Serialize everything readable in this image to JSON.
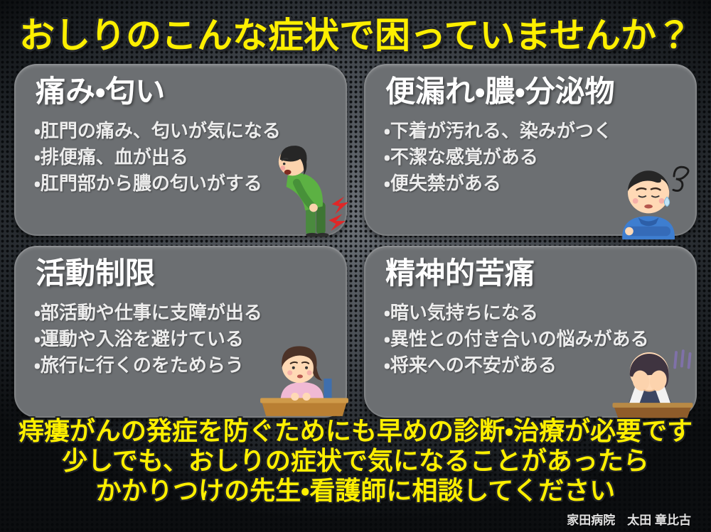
{
  "page": {
    "title": "おしりのこんな症状で困っていませんか？"
  },
  "bullet_marker": "・",
  "cards": [
    {
      "title": "痛み・匂い",
      "bullets": [
        "・肛門の痛み、匂いが気になる",
        "・排便痛、血が出る",
        "・肛門部から膿の匂いがする"
      ],
      "illustration": "man-bending-holding-bottom-pain-illustration"
    },
    {
      "title": "便漏れ・膿・分泌物",
      "bullets": [
        "・下着が汚れる、染みがつく",
        "・不潔な感覚がある",
        "・便失禁がある"
      ],
      "illustration": "worried-man-arms-crossed-illustration"
    },
    {
      "title": "活動制限",
      "bullets": [
        "・部活動や仕事に支障が出る",
        "・運動や入浴を避けている",
        "・旅行に行くのをためらう"
      ],
      "illustration": "worried-girl-at-desk-illustration"
    },
    {
      "title": "精神的苦痛",
      "bullets": [
        "・暗い気持ちになる",
        "・異性との付き合いの悩みがある",
        "・将来への不安がある"
      ],
      "illustration": "person-covering-face-at-desk-illustration"
    }
  ],
  "footer": {
    "lines": [
      "痔瘻がんの発症を防ぐためにも早めの診断・治療が必要です",
      "少しでも、おしりの症状で気になることがあったら",
      "かかりつけの先生・看護師に相談してください"
    ],
    "credit": "家田病院　太田 章比古"
  },
  "colors": {
    "title_yellow": "#fdef00",
    "card_gray": "#6c6f72",
    "text_white": "#ededed",
    "background_dark": "#0c0e10",
    "pain_mark_red": "#e02727"
  }
}
